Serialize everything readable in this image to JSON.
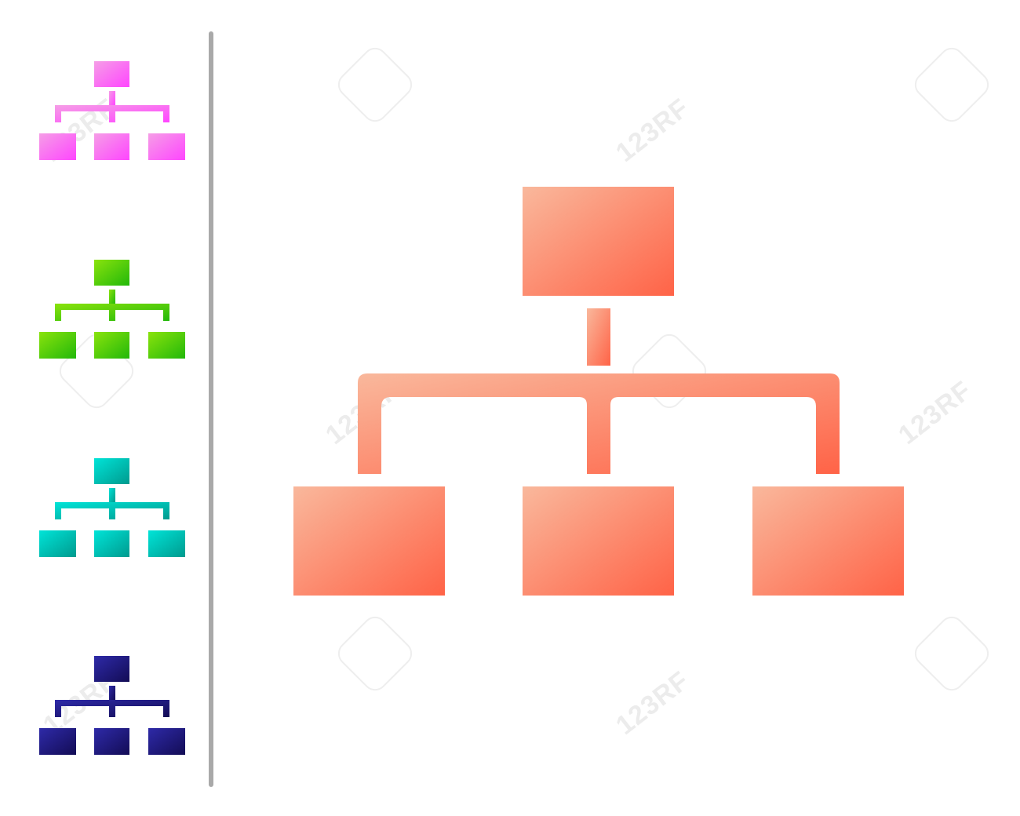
{
  "main_icon": {
    "name": "hierarchy-icon",
    "gradient": [
      "#f9b89c",
      "#ff6347"
    ]
  },
  "variants": [
    {
      "name": "hierarchy-icon",
      "color": "pink",
      "gradient": [
        "#f59ee6",
        "#ff45ff"
      ]
    },
    {
      "name": "hierarchy-icon",
      "color": "green",
      "gradient": [
        "#8ae30c",
        "#22b80a"
      ]
    },
    {
      "name": "hierarchy-icon",
      "color": "teal",
      "gradient": [
        "#00e4d8",
        "#009a8e"
      ]
    },
    {
      "name": "hierarchy-icon",
      "color": "indigo",
      "gradient": [
        "#2e2aa8",
        "#130c55"
      ]
    }
  ],
  "divider_color": "#a9a9a9",
  "watermark": {
    "text": "123RF"
  }
}
